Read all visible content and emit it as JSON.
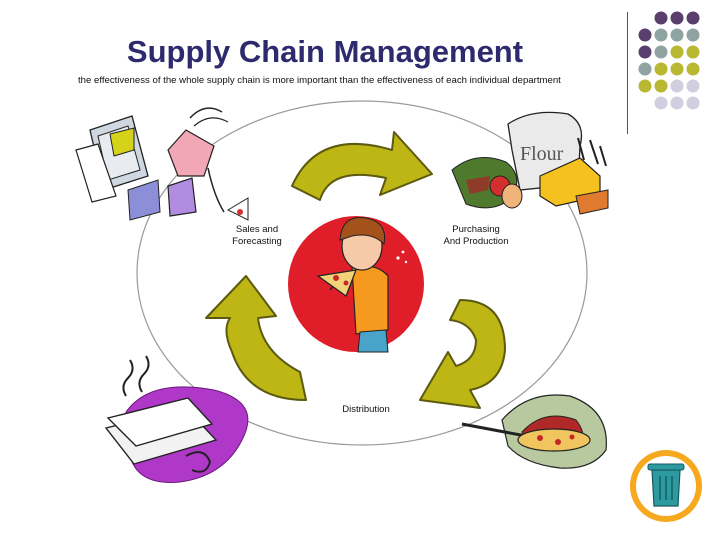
{
  "slide": {
    "title": "Supply Chain Management",
    "subtitle": "the effectiveness of the whole supply chain is more important than the effectiveness of each individual department"
  },
  "cycle": {
    "stages": [
      {
        "label_line1": "Sales and",
        "label_line2": "Forecasting"
      },
      {
        "label_line1": "Purchasing",
        "label_line2": "And Production"
      },
      {
        "label_line1": "Distribution",
        "label_line2": ""
      }
    ],
    "arrow_color": "#bdb614"
  },
  "decor": {
    "dot_colors": [
      "#5a3f6e",
      "#8fa3a3",
      "#b8b832",
      "#cfcfe0"
    ],
    "flour_sack_text": "Flour"
  }
}
